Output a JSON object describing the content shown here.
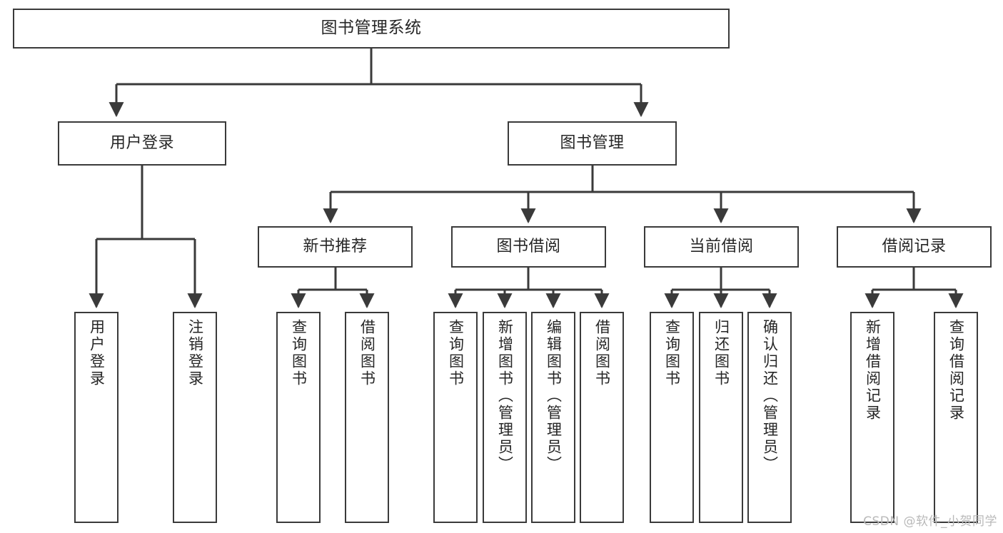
{
  "diagram": {
    "title": "图书管理系统",
    "watermark": "CSDN @软件_小贺同学",
    "colors": {
      "box_border": "#3a3a3a",
      "line": "#3a3a3a",
      "background": "#ffffff",
      "text": "#262626",
      "watermark": "#b9b9b9"
    },
    "levels": {
      "root": {
        "label": "图书管理系统"
      },
      "level2": [
        {
          "id": "user-login",
          "label": "用户登录"
        },
        {
          "id": "book-manage",
          "label": "图书管理"
        }
      ],
      "level3": [
        {
          "id": "new-book-rec",
          "label": "新书推荐"
        },
        {
          "id": "book-borrow",
          "label": "图书借阅"
        },
        {
          "id": "current-borrow",
          "label": "当前借阅"
        },
        {
          "id": "borrow-record",
          "label": "借阅记录"
        }
      ],
      "leaves": {
        "user-login": [
          {
            "id": "leaf-user-login",
            "label": "用户登录"
          },
          {
            "id": "leaf-logout",
            "label": "注销登录"
          }
        ],
        "new-book-rec": [
          {
            "id": "leaf-query-book-1",
            "label": "查询图书"
          },
          {
            "id": "leaf-borrow-book-1",
            "label": "借阅图书"
          }
        ],
        "book-borrow": [
          {
            "id": "leaf-query-book-2",
            "label": "查询图书"
          },
          {
            "id": "leaf-add-book",
            "label": "新增图书（管理员）"
          },
          {
            "id": "leaf-edit-book",
            "label": "编辑图书（管理员）"
          },
          {
            "id": "leaf-borrow-book-2",
            "label": "借阅图书"
          }
        ],
        "current-borrow": [
          {
            "id": "leaf-query-book-3",
            "label": "查询图书"
          },
          {
            "id": "leaf-return-book",
            "label": "归还图书"
          },
          {
            "id": "leaf-confirm-return",
            "label": "确认归还（管理员）"
          }
        ],
        "borrow-record": [
          {
            "id": "leaf-add-record",
            "label": "新增借阅记录"
          },
          {
            "id": "leaf-query-record",
            "label": "查询借阅记录"
          }
        ]
      }
    }
  }
}
